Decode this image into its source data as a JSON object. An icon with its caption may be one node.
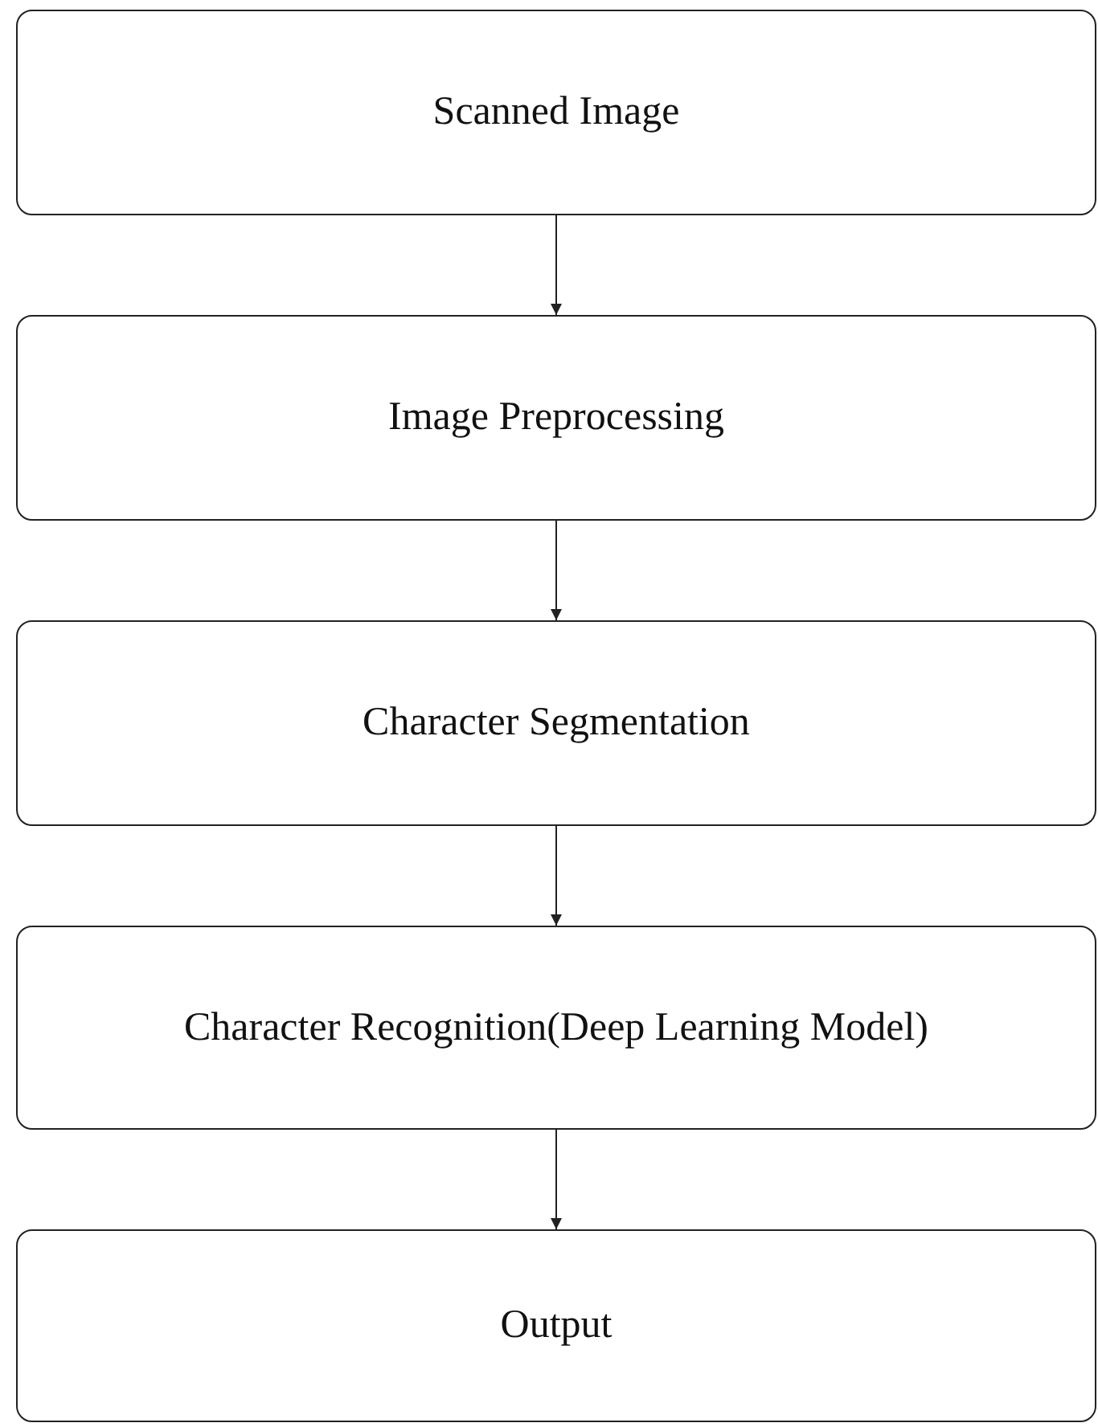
{
  "diagram": {
    "nodes": [
      {
        "text": [
          "Scanned Image"
        ]
      },
      {
        "text": [
          "Image Preprocessing"
        ]
      },
      {
        "text": [
          "Character Segmentation"
        ]
      },
      {
        "text": [
          "Character Recognition(Deep Learning Model)"
        ]
      },
      {
        "text": [
          "Output"
        ]
      }
    ],
    "edges": [
      {
        "from": 0,
        "to": 1,
        "arrow": "to"
      },
      {
        "from": 1,
        "to": 2,
        "arrow": "to"
      },
      {
        "from": 2,
        "to": 3,
        "arrow": "to"
      },
      {
        "from": 3,
        "to": 4,
        "arrow": "to"
      }
    ]
  }
}
